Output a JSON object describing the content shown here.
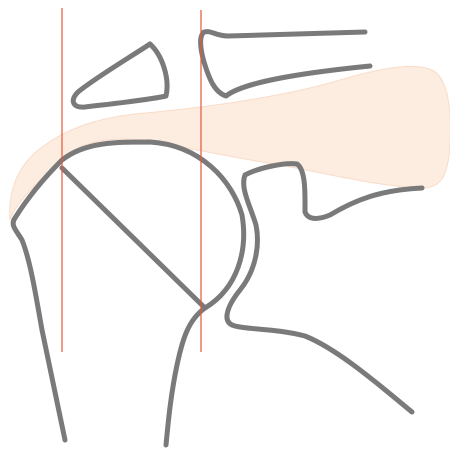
{
  "colors": {
    "background": "#ffffff",
    "bone_outline": "#7a7a7a",
    "highlight_fill": "#fdece0",
    "highlight_stroke": "#f9dcc8",
    "guide_line": "#e8553a"
  },
  "structures": [
    "humerus-outline",
    "humeral-head-diameter-line",
    "acromion-highlight",
    "coracoid-process",
    "clavicle",
    "glenoid-scapula",
    "medial-guide-line",
    "lateral-guide-line"
  ]
}
